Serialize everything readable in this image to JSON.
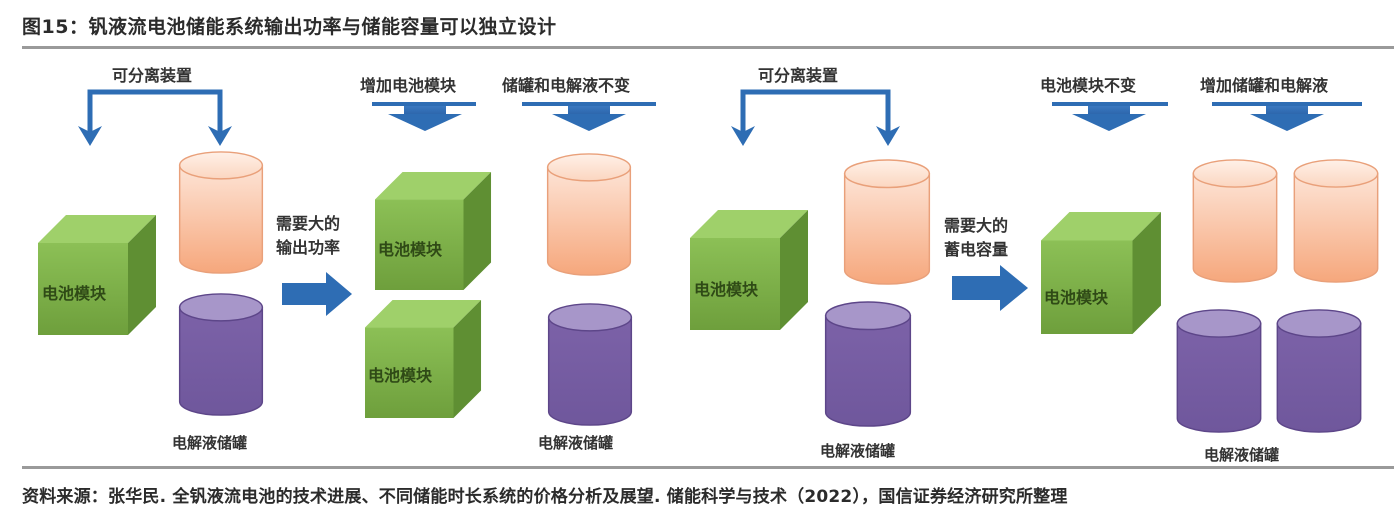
{
  "figure": {
    "title": "图15：钒液流电池储能系统输出功率与储能容量可以独立设计",
    "source": "资料来源：张华民. 全钒液流电池的技术进展、不同储能时长系统的价格分析及展望. 储能科学与技术（2022），国信证券经济研究所整理"
  },
  "colors": {
    "arrow_blue": "#2e6db4",
    "cube_green": "#7fb24a",
    "tank_orange": "#f7b08a",
    "tank_purple": "#7a5ea6",
    "rule_gray": "#9a9a9a"
  },
  "panel_power": {
    "separable_label": "可分离装置",
    "cube_label": "电池模块",
    "tank_label": "电解液储罐",
    "transition_label_line1": "需要大的",
    "transition_label_line2": "输出功率",
    "add_modules_label": "增加电池模块",
    "tanks_unchanged_label": "储罐和电解液不变",
    "result_cube_1_label": "电池模块",
    "result_cube_2_label": "电池模块",
    "result_tank_label": "电解液储罐"
  },
  "panel_capacity": {
    "separable_label": "可分离装置",
    "cube_label": "电池模块",
    "tank_label": "电解液储罐",
    "transition_label_line1": "需要大的",
    "transition_label_line2": "蓄电容量",
    "modules_unchanged_label": "电池模块不变",
    "add_tanks_label": "增加储罐和电解液",
    "result_cube_label": "电池模块",
    "result_tank_label": "电解液储罐"
  }
}
